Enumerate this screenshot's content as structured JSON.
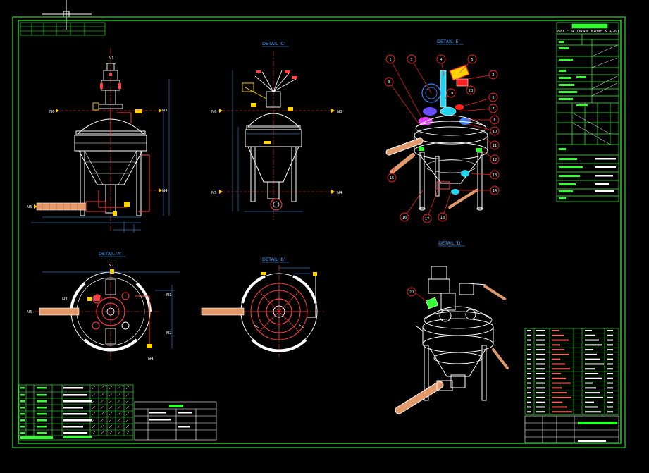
{
  "colors": {
    "background": "#000000",
    "border": "#33ff33",
    "metal": "#ffffff",
    "pipe": "#ff4040",
    "dimension": "#40a0ff",
    "centerline": "#ff3030",
    "nozzle": "#ffd400",
    "hose": "#e39a6a",
    "callout": "#ff2020",
    "table_line": "#33ff33",
    "table_text": "#ffffff"
  },
  "views": {
    "detail_c": "DETAIL 'C'",
    "detail_e": "DETAIL 'E'",
    "detail_a": "DETAIL 'A'",
    "detail_b": "DETAIL 'B'",
    "detail_d": "DETAIL 'D'"
  },
  "title_block": {
    "heading": "WEI. FOR (DRAW. NAME. & AGN)"
  },
  "nozzles": {
    "n1": "N1",
    "n2": "N2",
    "n3": "N3",
    "n4": "N4",
    "n5": "N5",
    "n6": "N6",
    "n7": "N7"
  },
  "callouts": [
    "1",
    "2",
    "3",
    "4",
    "5",
    "6",
    "7",
    "8",
    "9",
    "10",
    "11",
    "12",
    "13",
    "14",
    "15",
    "16",
    "17",
    "18",
    "19",
    "20"
  ],
  "detail_d_callout": "20",
  "parts_list": {
    "rows": 18
  }
}
